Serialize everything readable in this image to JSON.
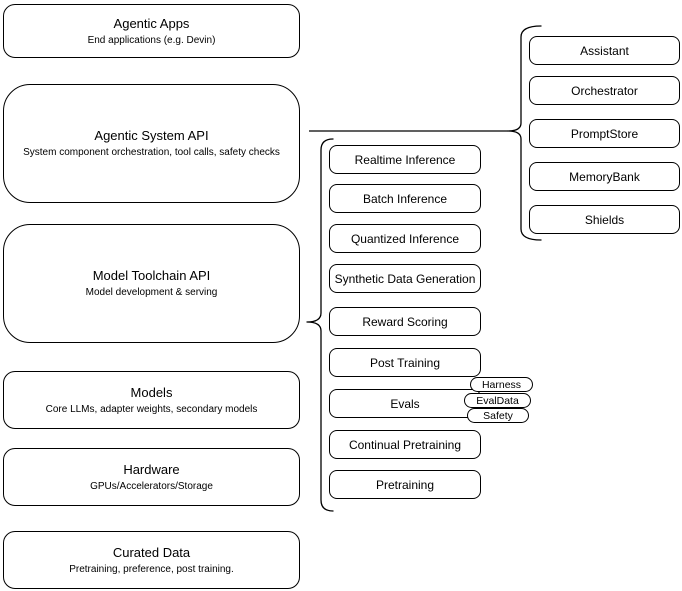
{
  "diagram": {
    "stack_layers": [
      {
        "title": "Agentic Apps",
        "subtitle": "End applications (e.g. Devin)"
      },
      {
        "title": "Agentic System API",
        "subtitle": "System component orchestration, tool calls, safety checks"
      },
      {
        "title": "Model Toolchain API",
        "subtitle": "Model development & serving"
      },
      {
        "title": "Models",
        "subtitle": "Core LLMs, adapter weights, secondary models"
      },
      {
        "title": "Hardware",
        "subtitle": "GPUs/Accelerators/Storage"
      },
      {
        "title": "Curated Data",
        "subtitle": "Pretraining, preference, post training."
      }
    ],
    "toolchain_items": [
      {
        "label": "Realtime Inference"
      },
      {
        "label": "Batch Inference"
      },
      {
        "label": "Quantized Inference"
      },
      {
        "label": "Synthetic Data Generation"
      },
      {
        "label": "Reward Scoring"
      },
      {
        "label": "Post Training"
      },
      {
        "label": "Evals"
      },
      {
        "label": "Continual Pretraining"
      },
      {
        "label": "Pretraining"
      }
    ],
    "eval_tags": [
      {
        "label": "Harness"
      },
      {
        "label": "EvalData"
      },
      {
        "label": "Safety"
      }
    ],
    "system_components": [
      {
        "label": "Assistant"
      },
      {
        "label": "Orchestrator"
      },
      {
        "label": "PromptStore"
      },
      {
        "label": "MemoryBank"
      },
      {
        "label": "Shields"
      }
    ],
    "colors": {
      "stroke": "#000000",
      "background": "#ffffff",
      "shape_fill": "#ffffff"
    }
  }
}
